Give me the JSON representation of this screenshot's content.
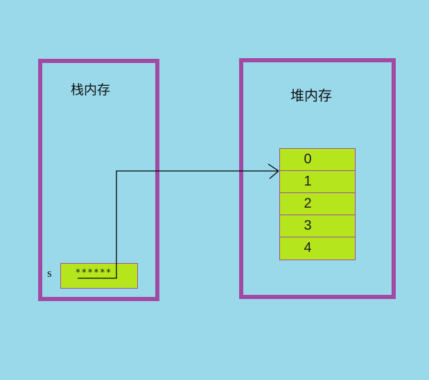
{
  "stack": {
    "title": "栈内存",
    "variable_name": "s",
    "variable_value": "******"
  },
  "heap": {
    "title": "堆内存",
    "cells": [
      "0",
      "1",
      "2",
      "3",
      "4"
    ]
  },
  "colors": {
    "background": "#99D9EA",
    "box_border": "#A349A4",
    "cell_fill": "#B5E61D",
    "cell_border": "#A349A4",
    "arrow": "#000000",
    "text": "#111111"
  }
}
